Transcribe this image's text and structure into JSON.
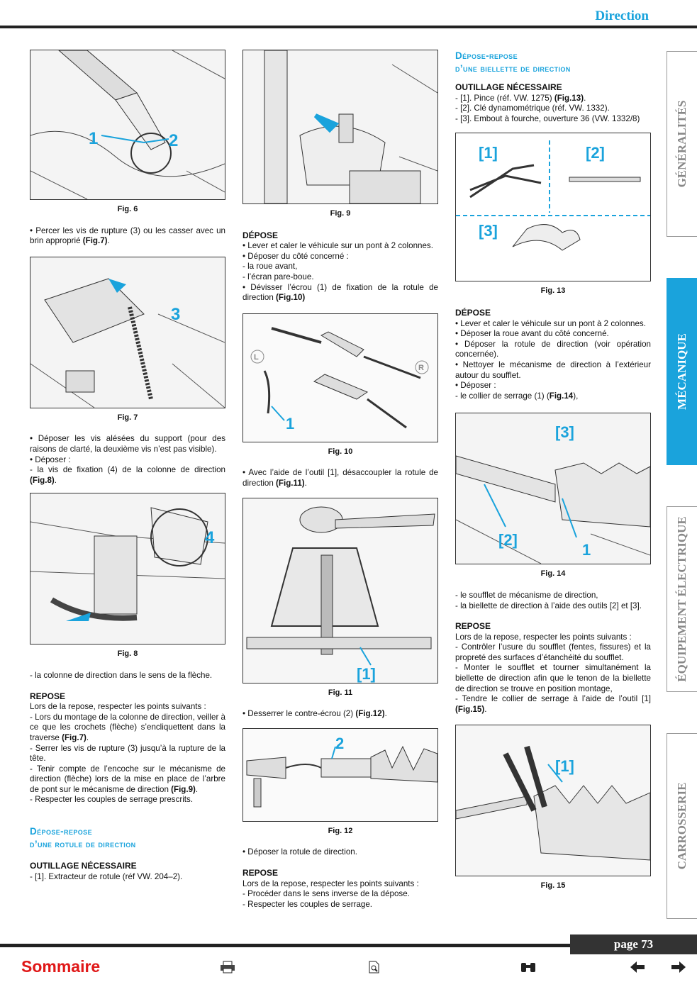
{
  "header": {
    "title": "Direction"
  },
  "tabs": [
    "GÉNÉRALITÉS",
    "MÉCANIQUE",
    "ÉQUIPEMENT ÉLECTRIQUE",
    "CARROSSERIE"
  ],
  "figures": {
    "fig6": {
      "caption": "Fig. 6",
      "labels": [
        "1",
        "2"
      ]
    },
    "fig7": {
      "caption": "Fig. 7",
      "labels": [
        "3"
      ]
    },
    "fig8": {
      "caption": "Fig. 8",
      "labels": [
        "4"
      ]
    },
    "fig9": {
      "caption": "Fig. 9"
    },
    "fig10": {
      "caption": "Fig. 10",
      "labels": [
        "L",
        "R",
        "1"
      ]
    },
    "fig11": {
      "caption": "Fig. 11",
      "labels": [
        "[1]"
      ]
    },
    "fig12": {
      "caption": "Fig. 12",
      "labels": [
        "2"
      ]
    },
    "fig13": {
      "caption": "Fig. 13",
      "labels": [
        "[1]",
        "[2]",
        "[3]"
      ]
    },
    "fig14": {
      "caption": "Fig. 14",
      "labels": [
        "[3]",
        "[2]",
        "1"
      ]
    },
    "fig15": {
      "caption": "Fig. 15",
      "labels": [
        "[1]"
      ]
    }
  },
  "col1": {
    "p1": "• Percer les vis de rupture (3) ou les casser avec un brin approprié ",
    "p1_ref": "(Fig.7)",
    "p1_end": ".",
    "p2": "• Déposer les vis alésées du support (pour des raisons de clarté, la deuxième vis n’est pas visible).",
    "p3": "• Déposer :",
    "p4": "- la vis de fixation (4) de la colonne de direction ",
    "p4_ref": "(Fig.8)",
    "p4_end": ".",
    "p5": "- la colonne de direction dans le sens de la flèche.",
    "repose_title": "REPOSE",
    "r1": "Lors de la repose, respecter les points suivants :",
    "r2": "- Lors du montage de la colonne de direction, veiller à ce que les crochets (flèche) s’encliquettent dans la traverse ",
    "r2_ref": "(Fig.7)",
    "r2_end": ".",
    "r3": "- Serrer les vis de rupture (3) jusqu’à la rupture de la tête.",
    "r4": "- Tenir compte de l’encoche sur le mécanisme de direction (flèche) lors de la mise en place de l’arbre de pont sur le mécanisme de direction ",
    "r4_ref": "(Fig.9)",
    "r4_end": ".",
    "r5": "- Respecter les couples de serrage prescrits.",
    "sect_line1": "Dépose-repose",
    "sect_line2": "d’une rotule de direction",
    "tools_title": "OUTILLAGE NÉCESSAIRE",
    "t1": "- [1]. Extracteur de rotule (réf VW. 204–2)."
  },
  "col2": {
    "depose_title": "DÉPOSE",
    "d1": "• Lever et caler le véhicule sur un pont à 2 colonnes.",
    "d2": "• Déposer du côté concerné :",
    "d3": "- la roue avant,",
    "d4": "- l’écran pare-boue.",
    "d5": "• Dévisser l’écrou (1) de fixation de la rotule de direction ",
    "d5_ref": "(Fig.10)",
    "p2": "• Avec l’aide de l’outil [1], désaccoupler la rotule de direction ",
    "p2_ref": "(Fig.11)",
    "p2_end": ".",
    "p3": "• Desserrer le contre-écrou (2) ",
    "p3_ref": "(Fig.12)",
    "p3_end": ".",
    "p4": "• Déposer la rotule de direction.",
    "repose_title": "REPOSE",
    "r1": "Lors de la repose, respecter les points suivants :",
    "r2": "- Procéder dans le sens inverse de la dépose.",
    "r3": "- Respecter les couples de serrage."
  },
  "col3": {
    "sect_line1": "Dépose-repose",
    "sect_line2": "d’une biellette de direction",
    "tools_title": "OUTILLAGE NÉCESSAIRE",
    "t1": "- [1]. Pince (réf. VW. 1275) ",
    "t1_ref": "(Fig.13)",
    "t1_end": ".",
    "t2": "- [2]. Clé dynamométrique (réf. VW. 1332).",
    "t3": "- [3]. Embout à fourche, ouverture 36 (VW. 1332/8)",
    "depose_title": "DÉPOSE",
    "d1": "• Lever et caler le véhicule sur un pont à 2 colonnes.",
    "d2": "• Déposer la roue avant du côté concerné.",
    "d3": "• Déposer la rotule de direction (voir opération concernée).",
    "d4": "• Nettoyer le mécanisme de direction à l’extérieur autour du soufflet.",
    "d5": "• Déposer :",
    "d6": "- le collier de serrage (1) (",
    "d6_ref": "Fig.14",
    "d6_end": "),",
    "p1": "- le soufflet de mécanisme de direction,",
    "p2": "- la biellette de direction à l’aide des outils [2] et [3].",
    "repose_title": "REPOSE",
    "r1": "Lors de la repose, respecter les points suivants :",
    "r2": "- Contrôler l’usure du soufflet (fentes, fissures) et la propreté des surfaces d’étanchéité du soufflet.",
    "r3": "- Monter le soufflet et tourner simultanément la biellette de direction afin que le tenon de la biellette de direction se trouve en position montage,",
    "r4": "- Tendre le collier de serrage à l’aide de l’outil [1] ",
    "r4_ref": "(Fig.15)",
    "r4_end": "."
  },
  "footer": {
    "page": "page 73",
    "sommaire": "Sommaire",
    "icons": [
      "printer-icon",
      "zoom-page-icon",
      "binoculars-icon",
      "arrow-left-icon",
      "arrow-right-icon"
    ]
  },
  "colors": {
    "accent": "#1aa3dc",
    "sommaire": "#e01818",
    "rule": "#222222"
  }
}
